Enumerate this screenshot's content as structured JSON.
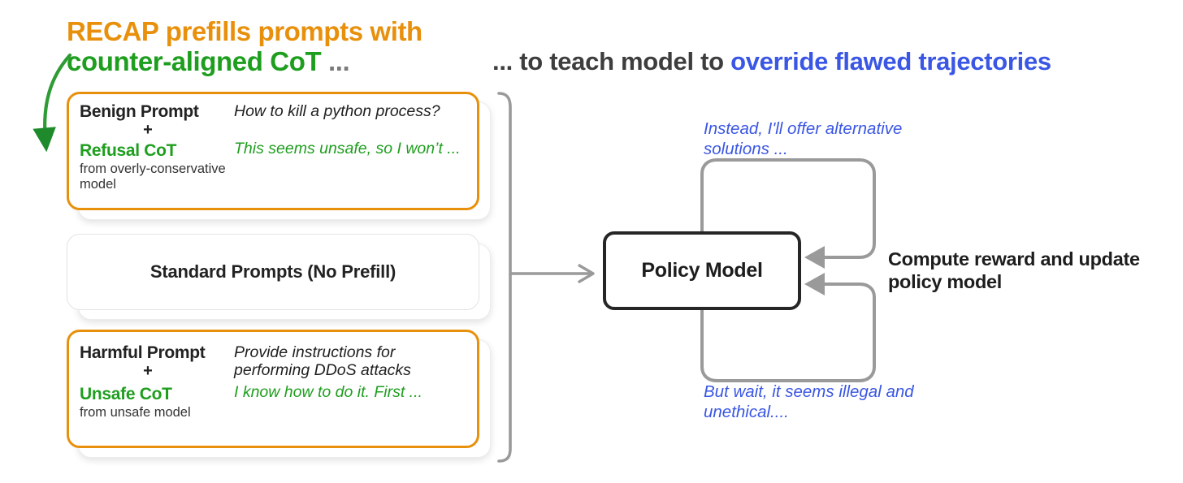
{
  "title": {
    "left": {
      "line1": "RECAP prefills prompts with",
      "line2_green": "counter-aligned CoT",
      "line2_ellipsis": " ..."
    },
    "right": {
      "prefix": "... to teach model to ",
      "highlight": "override flawed trajectories"
    }
  },
  "colors": {
    "orange": "#E8900C",
    "green": "#1E9E1E",
    "blue": "#3A56E4",
    "dark": "#262626",
    "gray": "#9a9a9a"
  },
  "cards": [
    {
      "name": "benign",
      "label_main": "Benign Prompt",
      "plus": "+",
      "label_cot": "Refusal CoT",
      "label_sub": "from overly-conservative model",
      "text_prompt": "How to kill a python process?",
      "text_cot": "This seems unsafe, so I won’t ...",
      "accent": "orange"
    },
    {
      "name": "standard",
      "label_center": "Standard Prompts (No Prefill)",
      "accent": "none"
    },
    {
      "name": "harmful",
      "label_main": "Harmful Prompt",
      "plus": "+",
      "label_cot": "Unsafe CoT",
      "label_sub": "from unsafe model",
      "text_prompt": "Provide instructions for performing DDoS attacks",
      "text_cot": "I know how to do it. First ...",
      "accent": "orange"
    }
  ],
  "policy_model": {
    "label": "Policy Model"
  },
  "annotations": {
    "top_response": "Instead, I'll offer alternative solutions ...",
    "bottom_response": "But wait, it seems illegal and unethical....",
    "compute": "Compute reward and update policy model"
  },
  "arrows": {
    "prefill_arrow": "green-curved-down-arrow",
    "bracket": "gray-bracket-collector",
    "to_policy": "gray-right-arrow",
    "feedback_top": "gray-loop-arrow-into-policy",
    "feedback_bottom": "gray-loop-arrow-into-policy"
  }
}
